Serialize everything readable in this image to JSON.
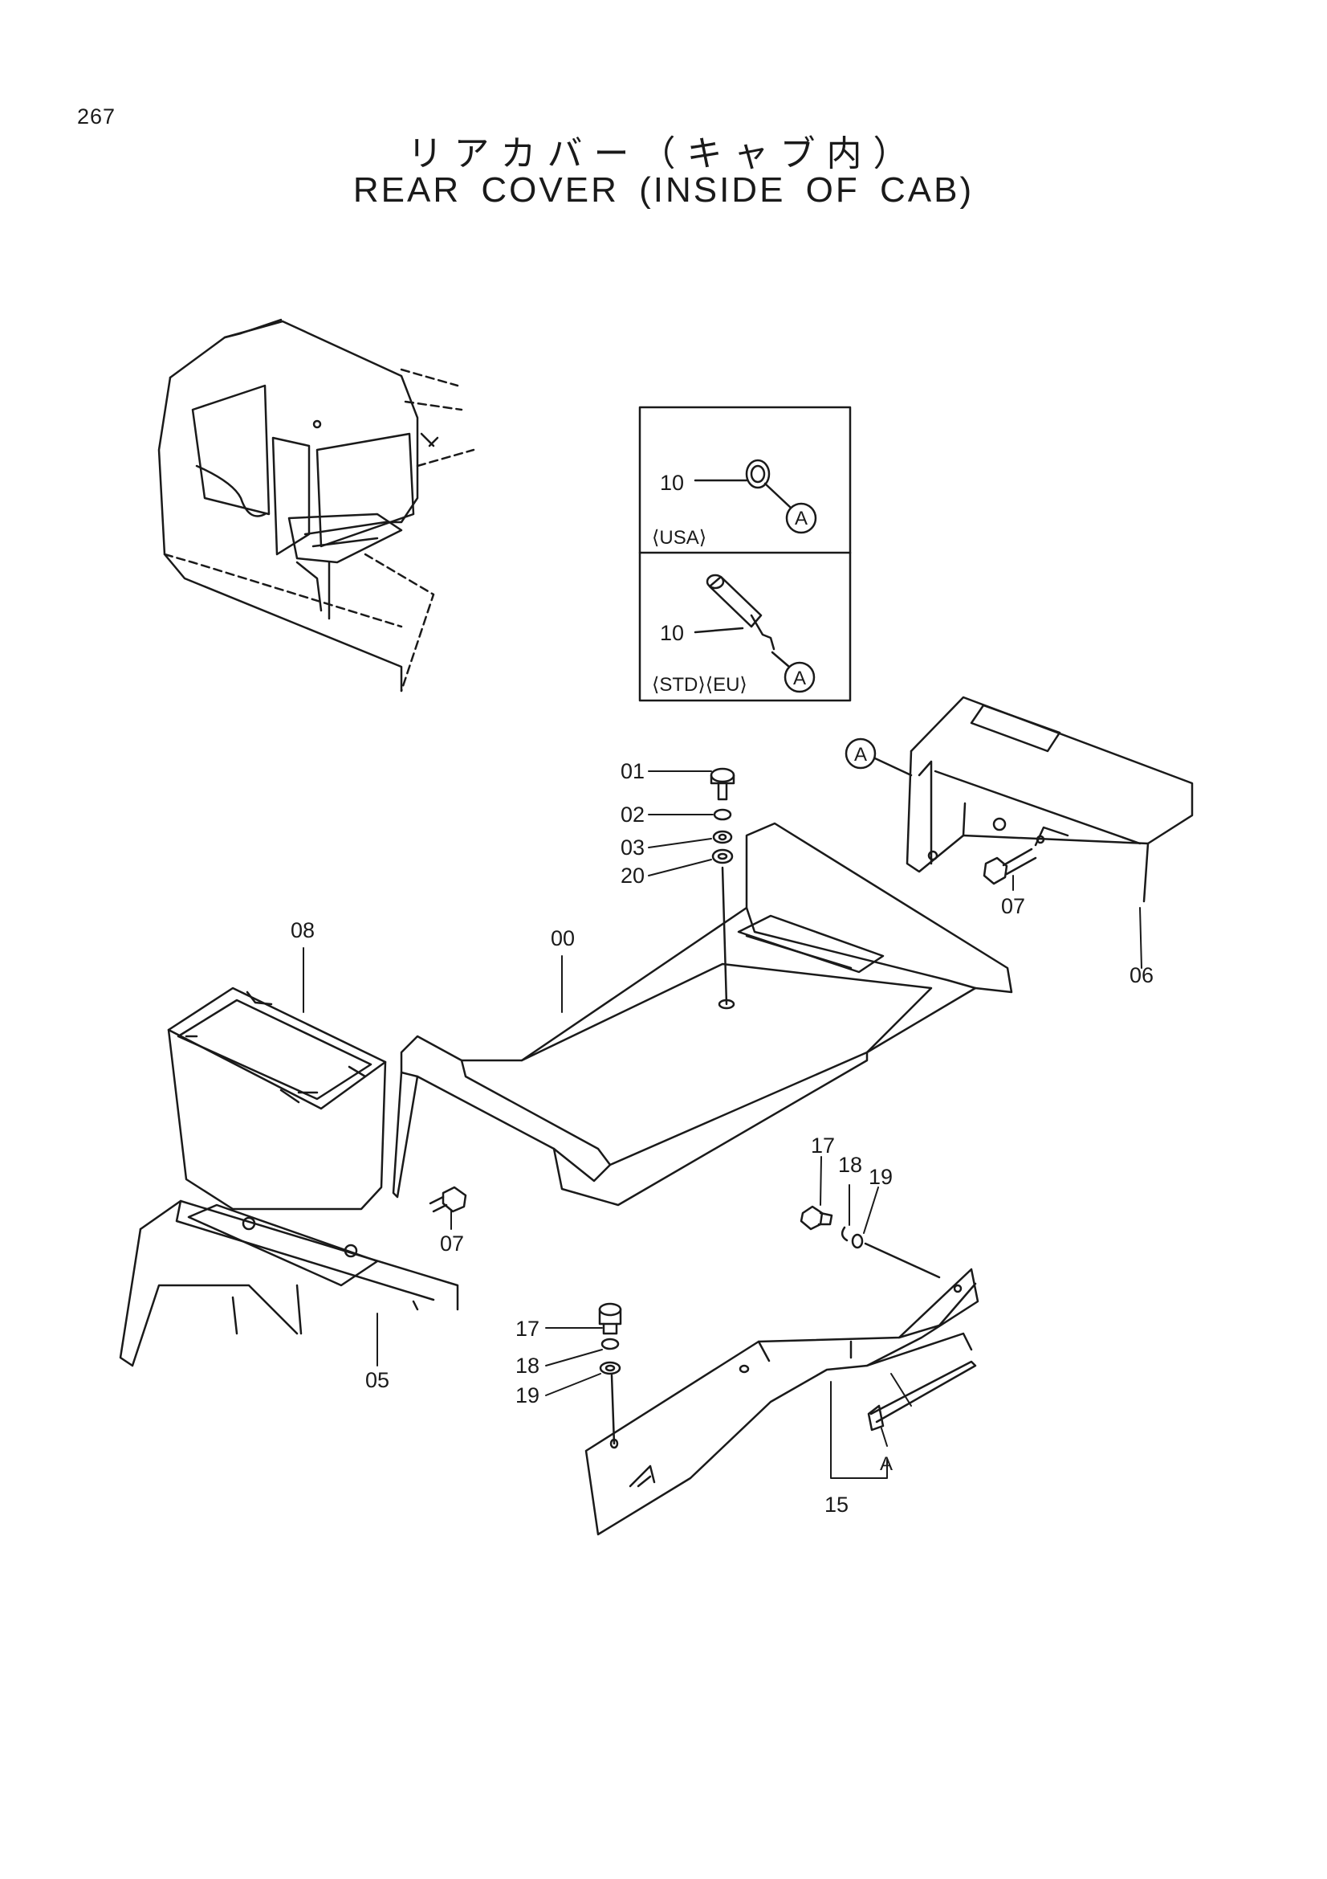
{
  "page": {
    "number": "267"
  },
  "title": {
    "japanese": "リアカバー（キャブ内）",
    "english": "REAR COVER (INSIDE OF CAB)"
  },
  "inset": {
    "usa": {
      "part": "10",
      "label": "⟨USA⟩",
      "ref": "A"
    },
    "std_eu": {
      "part": "10",
      "label": "⟨STD⟩⟨EU⟩",
      "ref": "A"
    }
  },
  "callouts": {
    "p00": "00",
    "p01": "01",
    "p02": "02",
    "p03": "03",
    "p20": "20",
    "p05": "05",
    "p06": "06",
    "p07a": "07",
    "p07b": "07",
    "p08": "08",
    "p15": "15",
    "p17a": "17",
    "p18a": "18",
    "p19a": "19",
    "p17b": "17",
    "p18b": "18",
    "p19b": "19",
    "refA_top": "A",
    "refA_bottom": "A"
  }
}
